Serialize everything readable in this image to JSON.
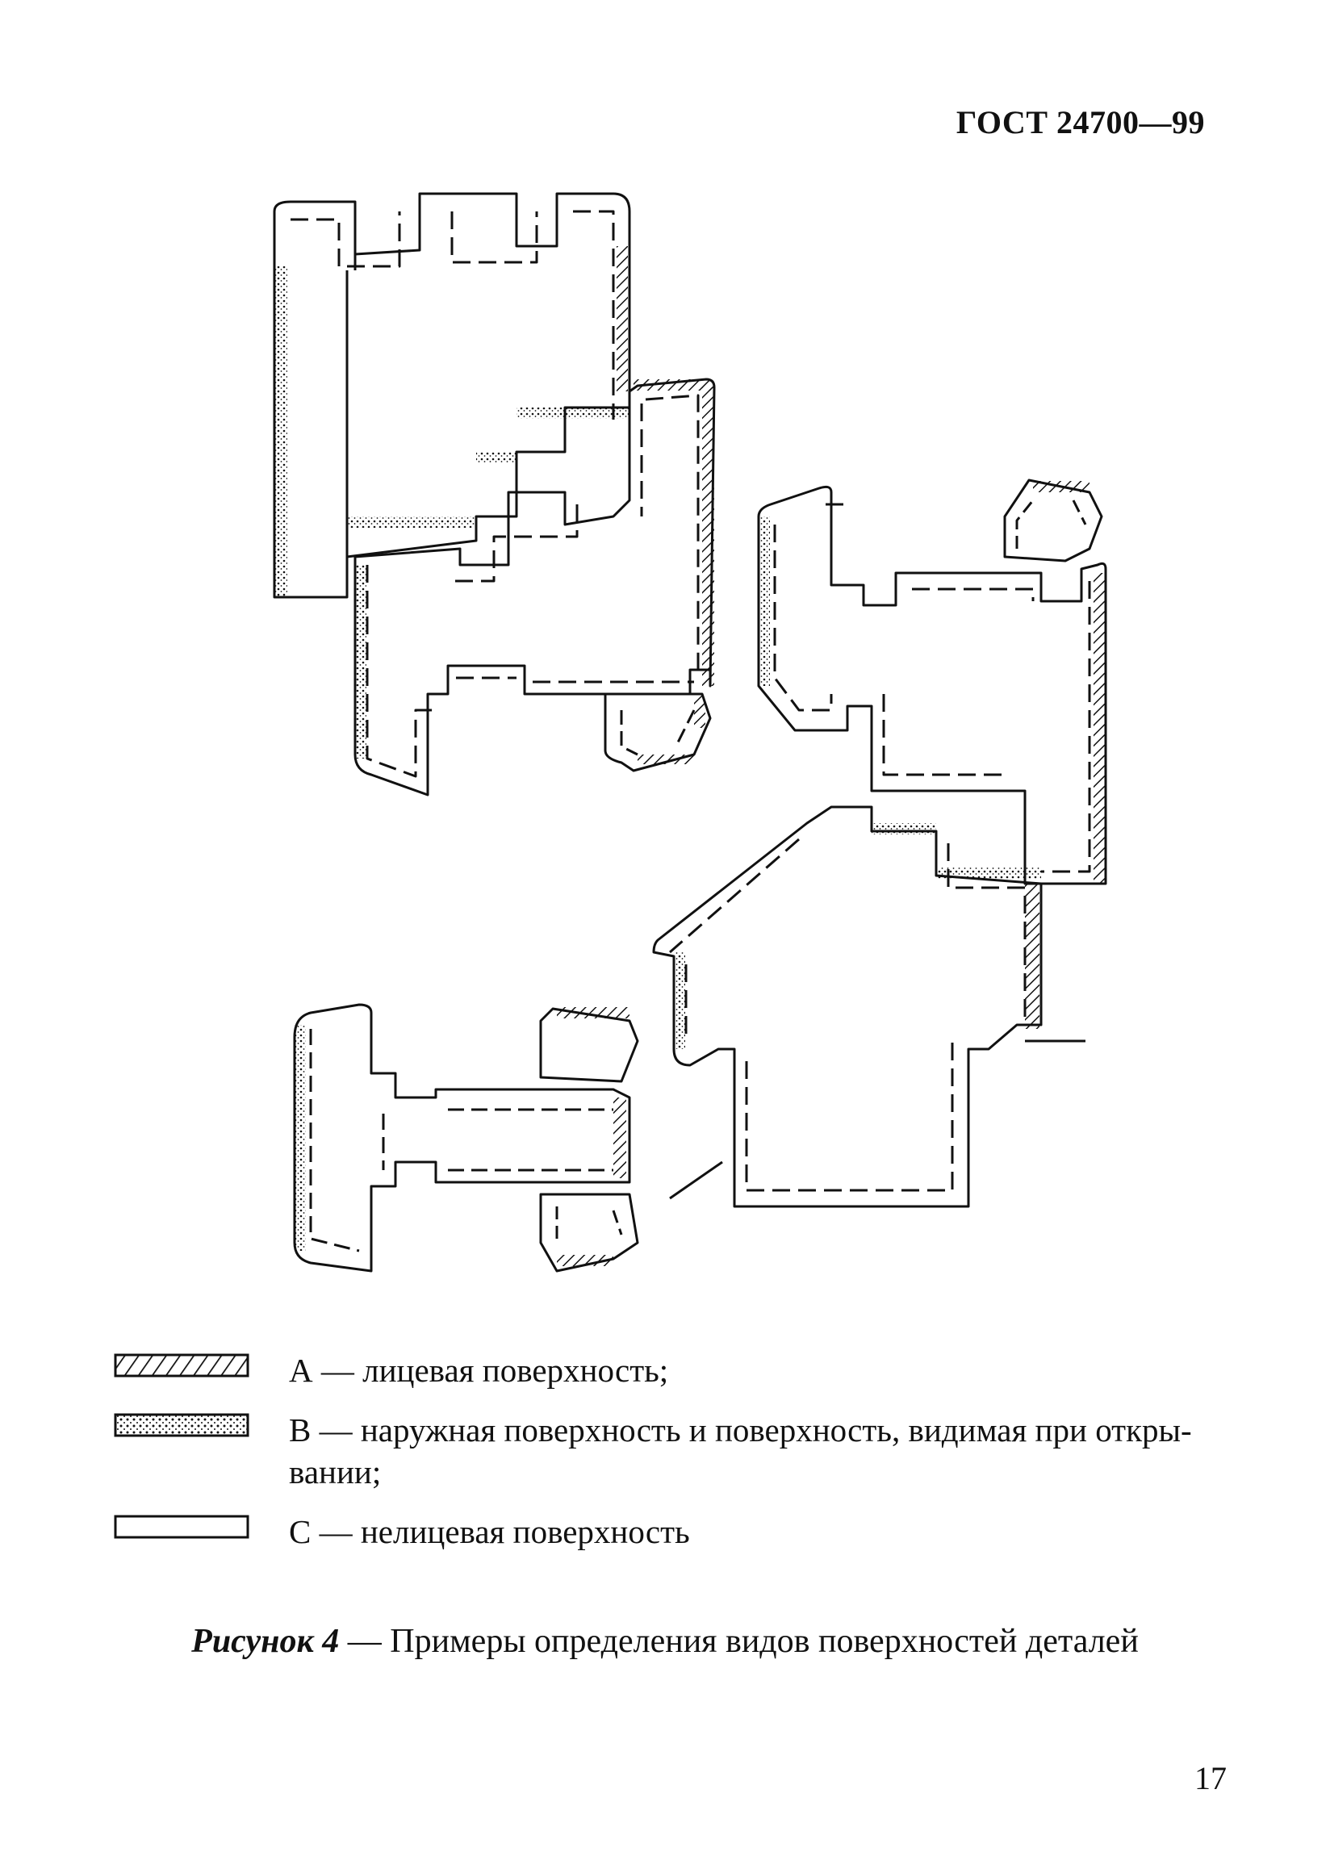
{
  "header": {
    "doc_id": "ГОСТ 24700—99"
  },
  "legend": {
    "items": [
      {
        "symbol": "hatched-strip",
        "text": "А — лицевая поверхность;"
      },
      {
        "symbol": "dotted-strip",
        "text": "В — наружная поверхность и поверхность, видимая при откры-вании;"
      },
      {
        "symbol": "blank-strip",
        "text": "С — нелицевая поверхность"
      }
    ]
  },
  "caption": {
    "label": "Рисунок 4",
    "separator": " — ",
    "text": "Примеры определения видов поверхностей деталей"
  },
  "footer": {
    "page_number": "17"
  },
  "colors": {
    "ink": "#111111",
    "paper": "#ffffff"
  }
}
